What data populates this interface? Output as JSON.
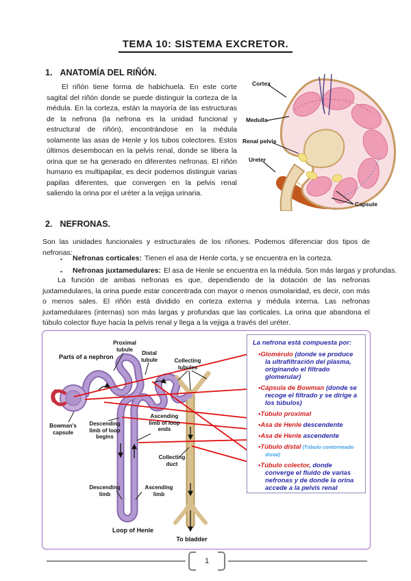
{
  "title": "TEMA 10: SISTEMA EXCRETOR.",
  "sections": {
    "s1": {
      "number": "1.",
      "heading": "ANATOMÍA DEL RIÑÓN.",
      "paragraph": "El riñón tiene forma de habichuela. En este corte sagital del riñón donde se puede distinguir la corteza de la médula. En la corteza, están la mayoría de las estructuras de la nefrona (la nefrona es la unidad funcional y estructural de riñón), encontrándose en la médula solamente las asas de Henle y los tubos colectores. Estos últimos desembocan en la pelvis renal, donde se libera la orina que se ha generado en diferentes nefronas. El riñón humano es multipapilar, es decir podemos distinguir varias papilas diferentes, que convergen en la pelvis renal saliendo la orina por el uréter a la vejiga urinaria."
    },
    "s2": {
      "number": "2.",
      "heading": "NEFRONAS.",
      "intro": "Son las unidades funcionales y estructurales de los riñones. Podemos diferenciar dos tipos de nefronas:",
      "bullet_char": "▪",
      "bullets": [
        {
          "term": "Nefronas corticales:",
          "text": "Tienen el asa de Henle corta, y se encuentra en la corteza."
        },
        {
          "term": "Nefronas juxtamedulares:",
          "text": "El asa de Henle se encuentra en la médula. Son más largas y profundas."
        }
      ],
      "paragraph": "La función de ambas nefronas es que, dependiendo de la dotación de las nefronas juxtamedulares, la orina puede estar concentrada con mayor o menos osmolaridad, es decir, con más o menos sales. El riñón está dividido en corteza externa y médula interna. Las nefronas juxtamedulares (internas) son más largas y profundas que las corticales. La orina que abandona el túbulo colector fluye hacia la pelvis renal y llega a la vejiga a través del uréter."
    }
  },
  "kidney_figure": {
    "labels": {
      "cortex": "Cortex",
      "medulla": "Medulla",
      "renal_pelvis": "Renal pelvis",
      "ureter": "Ureter",
      "capsule": "Capsule"
    }
  },
  "nephron_figure": {
    "labels": {
      "parts": "Parts of a nephron",
      "proximal": "Proximal\ntubule",
      "distal": "Distal\ntubule",
      "collecting_tubules": "Collecting\ntubules",
      "bowmans": "Bowman's\ncapsule",
      "desc_begins": "Descending\nlimb of loop\nbegins",
      "asc_ends": "Ascending\nlimb of loop\nends",
      "collecting_duct": "Collecting\nduct",
      "desc_limb": "Descending\nlimb",
      "asc_limb": "Ascending\nlimb",
      "loop": "Loop of Henle",
      "bladder": "To bladder"
    },
    "info_box": {
      "header": "La nefrona está compuesta por:",
      "bullet_char": "•",
      "items": [
        {
          "term": "Glomérulo",
          "desc": " (donde se produce la ultrafiltración del plasma, originando el filtrado glomerular)"
        },
        {
          "term": "Cápsula de Bowman",
          "desc": " (donde se recoge el filtrado y se dirige a los túbulos)"
        },
        {
          "term": "Túbulo proximal",
          "desc": ""
        },
        {
          "term": "Asa de Henle",
          "desc": " descendente"
        },
        {
          "term": "Asa de Henle",
          "desc": " ascendente"
        },
        {
          "term": "Túbulo distal",
          "desc": "",
          "note": "(Túbulo contorneado distal)"
        },
        {
          "term": "Túbulo colector",
          "desc": ", donde converge el fluido de varias nefronas y de donde la orina accede a la pelvis renal"
        }
      ]
    }
  },
  "footer": {
    "page_number": "1"
  },
  "colors": {
    "figure_border_purple": "#a06cc8",
    "info_border": "#8a8ab8",
    "term_red": "#d42020",
    "info_blue": "#2a2aa8",
    "note_blue": "#3fa0e8",
    "connector_red": "#e01010",
    "tubule_purple": "#b49ad2",
    "duct_tan": "#d8bf8e",
    "kidney_pink": "#f8dfe2",
    "pyramid_pink": "#ef9db6",
    "capsule_orange": "#c2581e"
  }
}
